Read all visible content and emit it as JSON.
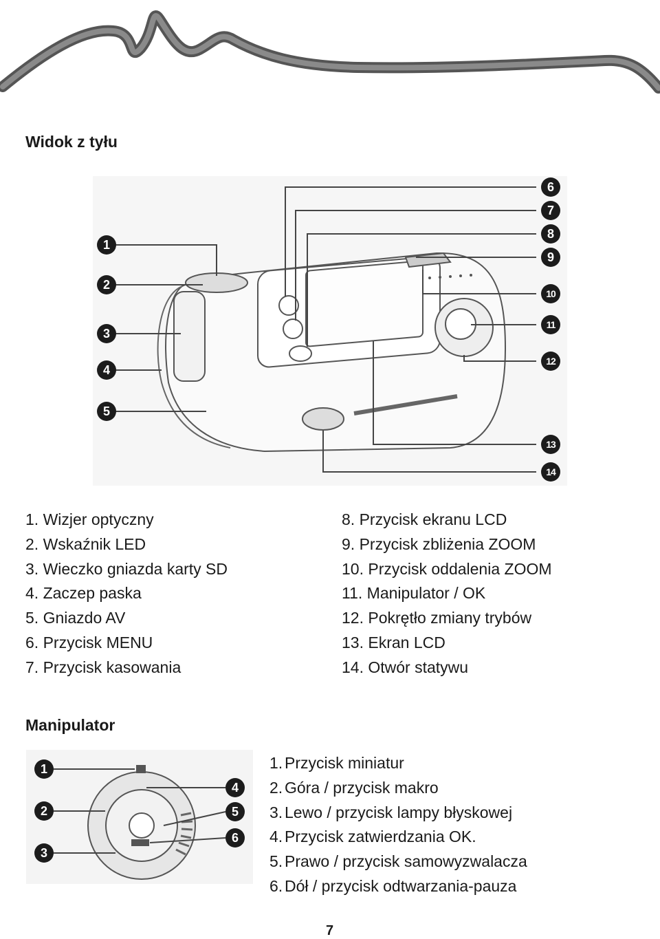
{
  "rear_view": {
    "heading": "Widok z tyłu",
    "callouts": [
      "1",
      "2",
      "3",
      "4",
      "5",
      "6",
      "7",
      "8",
      "9",
      "10",
      "11",
      "12",
      "13",
      "14"
    ],
    "items_left": [
      "1.  Wizjer optyczny",
      "2.  Wskaźnik LED",
      "3.  Wieczko gniazda karty SD",
      "4.  Zaczep paska",
      "5.  Gniazdo AV",
      "6.  Przycisk MENU",
      "7.  Przycisk kasowania"
    ],
    "items_right": [
      "8.  Przycisk ekranu LCD",
      "9.  Przycisk zbliżenia ZOOM",
      "10. Przycisk oddalenia ZOOM",
      "11. Manipulator / OK",
      "12. Pokrętło zmiany trybów",
      "13. Ekran LCD",
      "14. Otwór statywu"
    ]
  },
  "manipulator": {
    "heading": "Manipulator",
    "callouts": [
      "1",
      "2",
      "3",
      "4",
      "5",
      "6"
    ],
    "items": [
      {
        "num": "1.",
        "text": "Przycisk miniatur"
      },
      {
        "num": "2.",
        "text": "Góra   / przycisk makro"
      },
      {
        "num": "3.",
        "text": "Lewo   / przycisk lampy błyskowej"
      },
      {
        "num": "4.",
        "text": "Przycisk zatwierdzania OK."
      },
      {
        "num": "5.",
        "text": "Prawo / przycisk samowyzwalacza"
      },
      {
        "num": "6.",
        "text": "Dół   / przycisk odtwarzania-pauza"
      }
    ]
  },
  "page_number": "7"
}
